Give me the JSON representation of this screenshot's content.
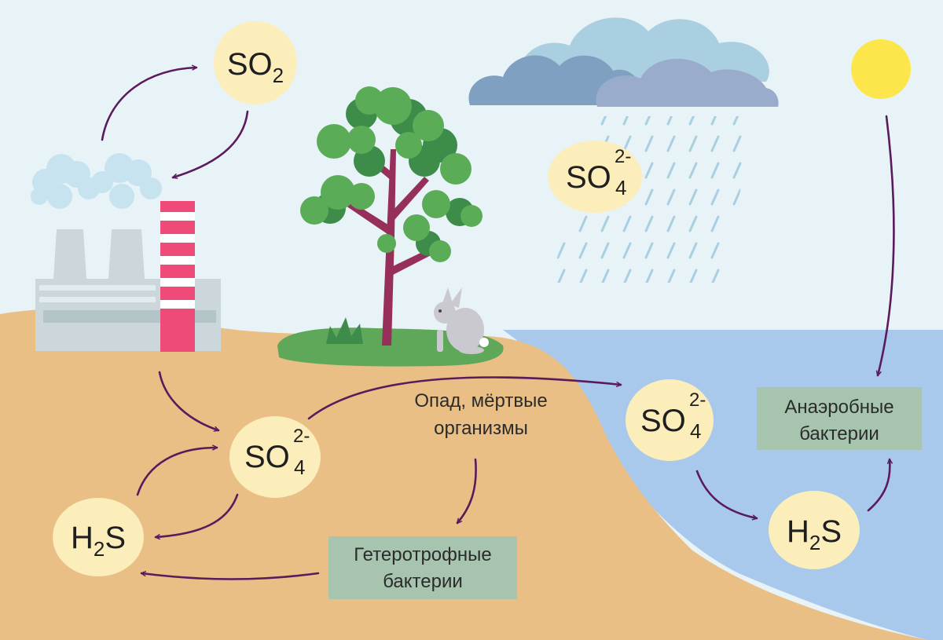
{
  "formulas": {
    "so2_top": {
      "base": "SO",
      "sub": "2"
    },
    "so4_sky": {
      "base": "SO",
      "sub": "4",
      "sup": "2-"
    },
    "so4_soil": {
      "base": "SO",
      "sub": "4",
      "sup": "2-"
    },
    "so4_water": {
      "base": "SO",
      "sub": "4",
      "sup": "2-"
    },
    "h2s_soil": {
      "pre": "H",
      "sub": "2",
      "post": "S"
    },
    "h2s_water": {
      "pre": "H",
      "sub": "2",
      "post": "S"
    }
  },
  "labels": {
    "litter_line1": "Опад, мёртвые",
    "litter_line2": "организмы",
    "heterotrophic_line1": "Гетеротрофные",
    "heterotrophic_line2": "бактерии",
    "anaerobic_line1": "Анаэробные",
    "anaerobic_line2": "бактерии"
  },
  "colors": {
    "sky": "#e8f3f8",
    "soil": "#e9bf86",
    "water": "#a9c9ec",
    "grass": "#5fa85a",
    "bubble": "#fbeebb",
    "label_box": "#a7c4ae",
    "arrow": "#5b1a5c",
    "chimney_red": "#ee4b79",
    "sun": "#fde64b",
    "cloud_back": "#a9cfe0",
    "cloud_mid": "#7fa0c1",
    "cloud_front": "#9aaccc",
    "trunk": "#96305a",
    "leaf_light": "#5aac57",
    "leaf_dark": "#3d8c4a",
    "hare": "#c9c9cf",
    "factory": "#cbd7da",
    "smoke": "#c6e3ef"
  }
}
